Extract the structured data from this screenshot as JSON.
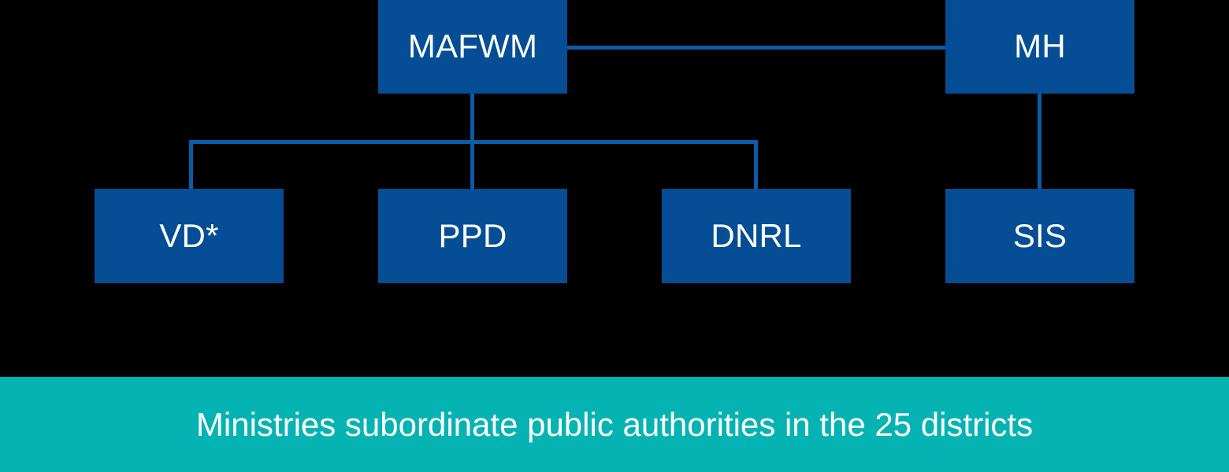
{
  "diagram": {
    "type": "organizational-hierarchy",
    "background_color": "#000000",
    "node_color": "#054E95",
    "connector_color": "#0B5BA8",
    "node_text_color": "#FFFFFF",
    "nodes": [
      {
        "id": "mafwm",
        "label": "MAFWM",
        "level": "ministry"
      },
      {
        "id": "mh",
        "label": "MH",
        "level": "ministry"
      },
      {
        "id": "vd",
        "label": "VD*",
        "level": "authority"
      },
      {
        "id": "ppd",
        "label": "PPD",
        "level": "authority"
      },
      {
        "id": "dnrl",
        "label": "DNRL",
        "level": "authority"
      },
      {
        "id": "sis",
        "label": "SIS",
        "level": "authority"
      }
    ],
    "edges": [
      {
        "from": "mafwm",
        "to": "mh",
        "style": "horizontal"
      },
      {
        "from": "mafwm",
        "to": "vd",
        "style": "elbow"
      },
      {
        "from": "mafwm",
        "to": "ppd",
        "style": "elbow"
      },
      {
        "from": "mafwm",
        "to": "dnrl",
        "style": "elbow"
      },
      {
        "from": "mh",
        "to": "sis",
        "style": "vertical"
      }
    ]
  },
  "banner": {
    "text": "Ministries subordinate public authorities in the 25 districts",
    "background_color": "#06B3B3",
    "text_color": "#FFFFFF"
  }
}
